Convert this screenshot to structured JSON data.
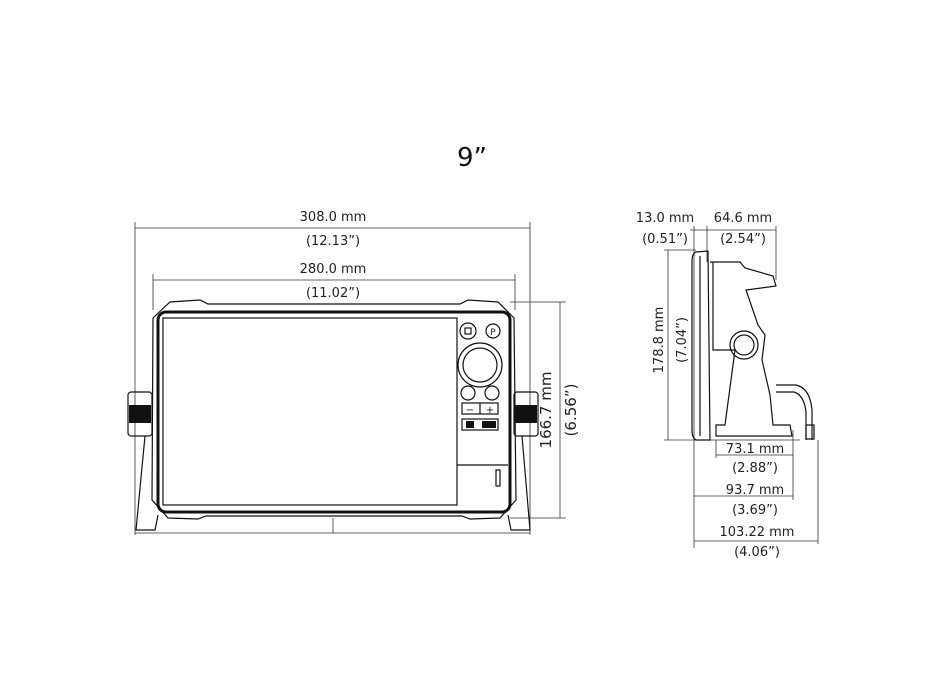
{
  "title": "9”",
  "front_view": {
    "width_overall": {
      "mm": "308.0 mm",
      "in": "(12.13”)"
    },
    "width_unit": {
      "mm": "280.0 mm",
      "in": "(11.02”)"
    },
    "height_unit": {
      "mm": "166.7 mm",
      "in": "(6.56”)"
    }
  },
  "side_view": {
    "bezel_depth": {
      "mm": "13.0 mm",
      "in": "(0.51”)"
    },
    "bracket_depth": {
      "mm": "64.6 mm",
      "in": "(2.54”)"
    },
    "height_overall": {
      "mm": "178.8 mm",
      "in": "(7.04”)"
    },
    "base_depth": {
      "mm": "73.1 mm",
      "in": "(2.88”)"
    },
    "depth_no_cable": {
      "mm": "93.7 mm",
      "in": "(3.69”)"
    },
    "depth_overall": {
      "mm": "103.22 mm",
      "in": "(4.06”)"
    }
  }
}
